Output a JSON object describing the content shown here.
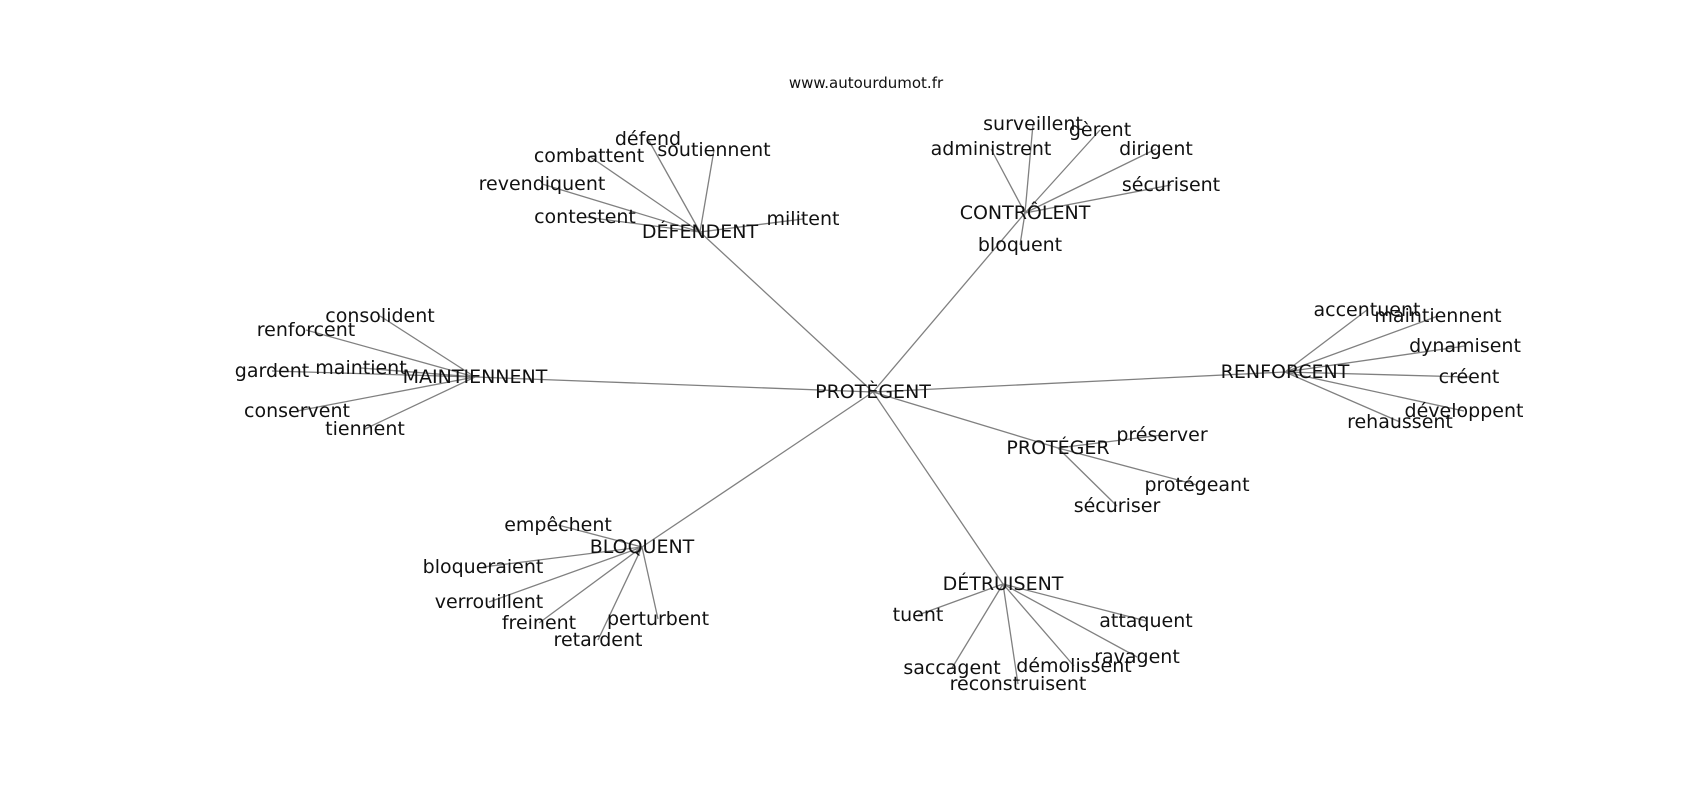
{
  "header": {
    "site": "www.autourdumot.fr"
  },
  "graph": {
    "center": "PROTÈGENT",
    "clusters": [
      {
        "hub": "DÉFENDENT",
        "leaves": [
          "défend",
          "combattent",
          "soutiennent",
          "revendiquent",
          "contestent",
          "militent"
        ]
      },
      {
        "hub": "CONTRÔLENT",
        "leaves": [
          "surveillent",
          "gèrent",
          "administrent",
          "dirigent",
          "sécurisent",
          "bloquent"
        ]
      },
      {
        "hub": "MAINTIENNENT",
        "leaves": [
          "consolident",
          "renforcent",
          "gardent",
          "maintient",
          "conservent",
          "tiennent"
        ]
      },
      {
        "hub": "RENFORCENT",
        "leaves": [
          "accentuent",
          "maintiennent",
          "dynamisent",
          "créent",
          "développent",
          "rehaussent"
        ]
      },
      {
        "hub": "PROTÉGER",
        "leaves": [
          "préserver",
          "protégeant",
          "sécuriser"
        ]
      },
      {
        "hub": "BLOQUENT",
        "leaves": [
          "empêchent",
          "bloqueraient",
          "verrouillent",
          "freinent",
          "perturbent",
          "retardent"
        ]
      },
      {
        "hub": "DÉTRUISENT",
        "leaves": [
          "tuent",
          "attaquent",
          "ravagent",
          "saccagent",
          "démolissent",
          "reconstruisent"
        ]
      }
    ]
  }
}
